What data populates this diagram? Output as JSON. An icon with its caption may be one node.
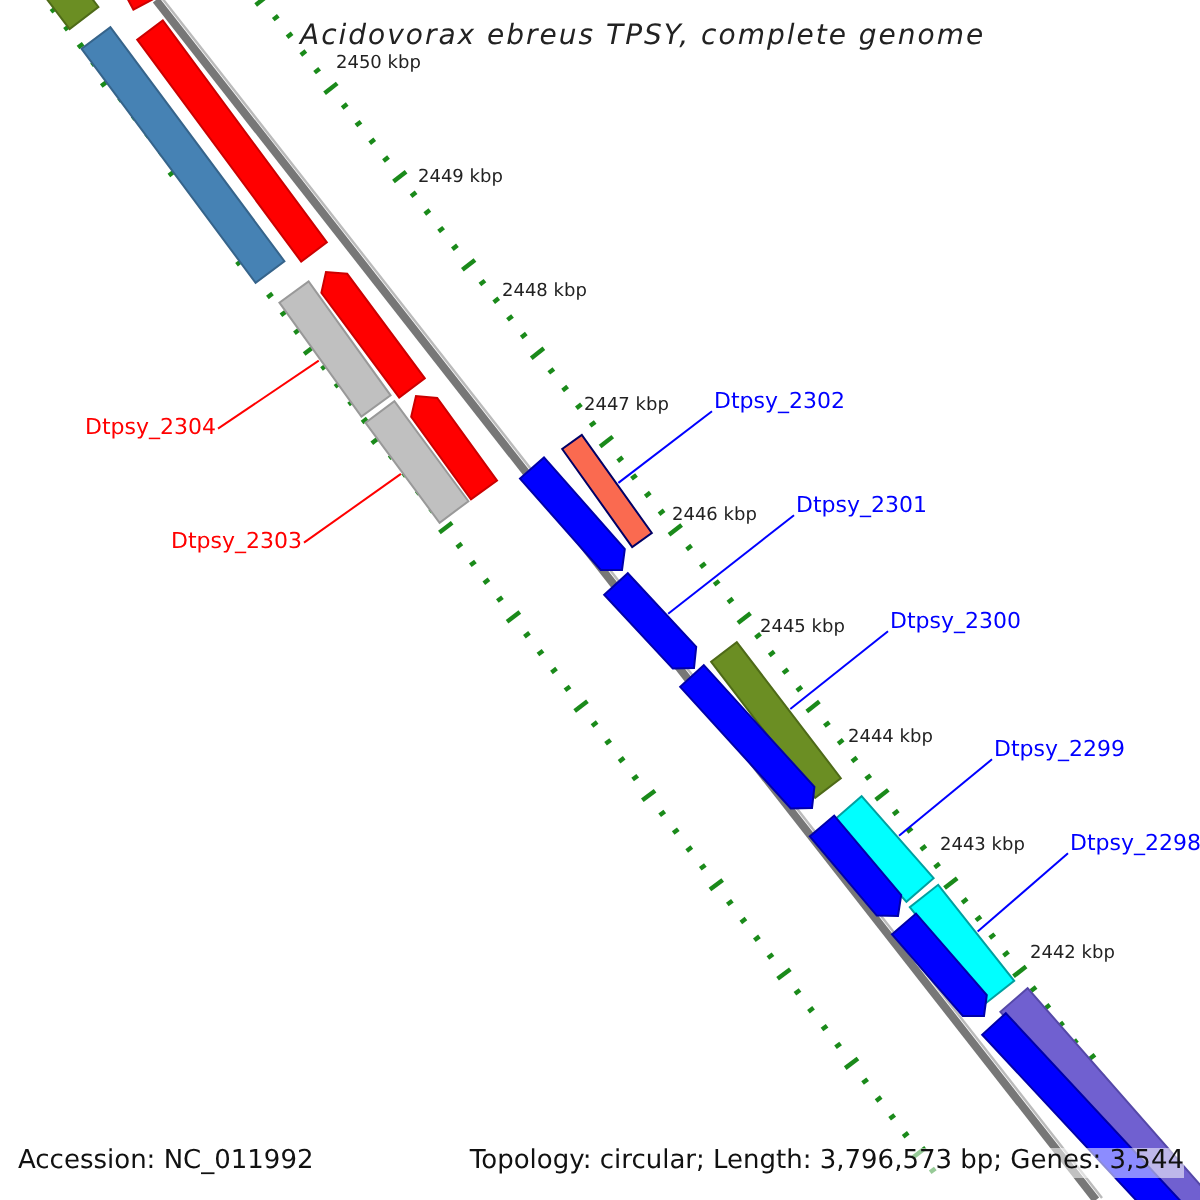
{
  "diagram": {
    "title": "Acidovorax ebreus TPSY, complete genome",
    "nodes": [
      {
        "text": [
          "Dtpsy_2304"
        ]
      },
      {
        "text": [
          "Dtpsy_2303"
        ]
      },
      {
        "text": [
          "Dtpsy_2302"
        ]
      },
      {
        "text": [
          "Dtpsy_2301"
        ]
      },
      {
        "text": [
          "Dtpsy_2300"
        ]
      },
      {
        "text": [
          "Dtpsy_2299"
        ]
      },
      {
        "text": [
          "Dtpsy_2298"
        ]
      },
      {
        "text": [],
        "shape": "bar"
      },
      {
        "text": [],
        "shape": "bar"
      },
      {
        "text": [],
        "shape": "bar"
      },
      {
        "text": [],
        "shape": "bar"
      },
      {
        "text": [],
        "shape": "bar"
      },
      {
        "text": [],
        "shape": "bar"
      },
      {
        "text": [],
        "shape": "bar"
      },
      {
        "text": [],
        "shape": "bar"
      },
      {
        "text": [],
        "shape": "bar"
      },
      {
        "text": [],
        "shape": "bar"
      },
      {
        "text": [],
        "shape": "bar"
      },
      {
        "text": [],
        "shape": "bar"
      },
      {
        "text": [],
        "shape": "bar"
      },
      {
        "text": [],
        "shape": "bar"
      },
      {
        "text": [],
        "shape": "bar"
      },
      {
        "text": [],
        "shape": "bar"
      },
      {
        "text": [],
        "shape": "bar"
      },
      {
        "text": [],
        "shape": "bar"
      },
      {
        "text": [],
        "shape": "bar"
      }
    ],
    "edges": [
      {
        "from": 0,
        "to": 12,
        "arrow": "none",
        "color": "#ff0000"
      },
      {
        "from": 1,
        "to": 14,
        "arrow": "none",
        "color": "#ff0000"
      },
      {
        "from": 2,
        "to": 15,
        "arrow": "none"
      },
      {
        "from": 3,
        "to": 17,
        "arrow": "none"
      },
      {
        "from": 4,
        "to": 18,
        "arrow": "none"
      },
      {
        "from": 5,
        "to": 20,
        "arrow": "none"
      },
      {
        "from": 6,
        "to": 22,
        "arrow": "none"
      }
    ],
    "labels": [
      "2450 kbp",
      "2449 kbp",
      "2448 kbp",
      "2447 kbp",
      "2446 kbp",
      "2445 kbp",
      "2444 kbp",
      "2443 kbp",
      "2442 kbp",
      "Accession: NC_011992",
      "Topology: circular; Length: 3,796,573 bp; Genes: 3,544"
    ]
  }
}
